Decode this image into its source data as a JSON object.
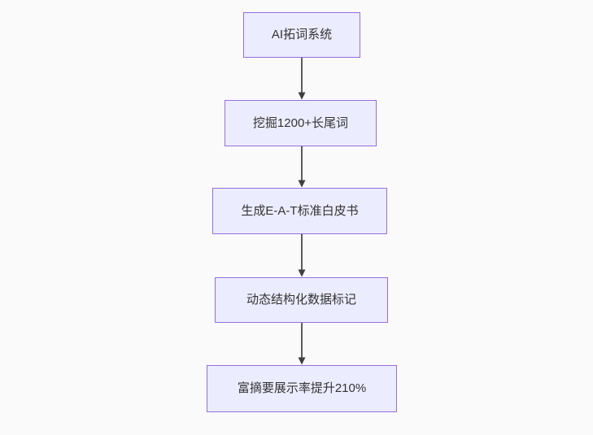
{
  "diagram": {
    "type": "flowchart",
    "direction": "top-down",
    "nodes": [
      {
        "id": "n1",
        "label": "AI拓词系统"
      },
      {
        "id": "n2",
        "label": "挖掘1200+长尾词"
      },
      {
        "id": "n3",
        "label": "生成E-A-T标准白皮书"
      },
      {
        "id": "n4",
        "label": "动态结构化数据标记"
      },
      {
        "id": "n5",
        "label": "富摘要展示率提升210%"
      }
    ],
    "edges": [
      {
        "from": "n1",
        "to": "n2"
      },
      {
        "from": "n2",
        "to": "n3"
      },
      {
        "from": "n3",
        "to": "n4"
      },
      {
        "from": "n4",
        "to": "n5"
      }
    ],
    "colors": {
      "node_fill": "#ECECFF",
      "node_border": "#9370DB",
      "text": "#333333",
      "arrow": "#3f3f3f",
      "background": "#FAFAFA"
    }
  }
}
